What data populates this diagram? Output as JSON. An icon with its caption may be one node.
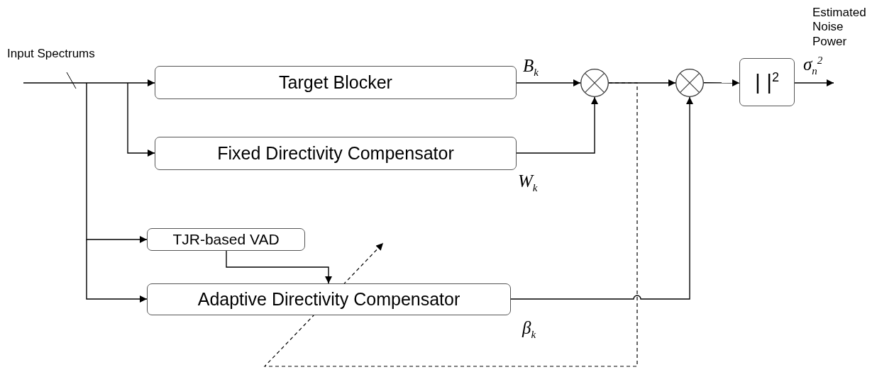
{
  "diagram": {
    "nodes": [
      {
        "text": [
          "Target Blocker"
        ]
      },
      {
        "text": [
          "Fixed Directivity Compensator"
        ]
      },
      {
        "text": [
          "TJR-based VAD"
        ]
      },
      {
        "text": [
          "Adaptive Directivity Compensator"
        ]
      },
      {
        "text": [],
        "shape": "circle"
      },
      {
        "text": [],
        "shape": "circle"
      },
      {
        "text": [
          "|  |$^{2}$"
        ]
      }
    ],
    "edges": [
      {
        "from": null,
        "to": 0,
        "arrow": "to"
      },
      {
        "from": null,
        "to": 1,
        "arrow": "to"
      },
      {
        "from": null,
        "to": 2,
        "arrow": "to"
      },
      {
        "from": null,
        "to": 3,
        "arrow": "to"
      },
      {
        "from": 0,
        "to": 4,
        "arrow": "to",
        "label": "B$_{k}$"
      },
      {
        "from": 1,
        "to": 4,
        "arrow": "to",
        "label": "W$_{k}$"
      },
      {
        "from": 4,
        "to": 5,
        "arrow": "to"
      },
      {
        "from": 2,
        "to": 3,
        "arrow": "to"
      },
      {
        "from": 3,
        "to": 5,
        "arrow": "to",
        "label": "β$_{k}$"
      },
      {
        "from": 5,
        "to": 6,
        "arrow": "to"
      },
      {
        "from": 6,
        "to": null,
        "arrow": "to",
        "label": "σ$_{n}$$^{2}$"
      },
      {
        "from": 4,
        "to": null,
        "arrow": "to",
        "style": "dashed"
      }
    ],
    "labels": [
      "Input Spectrums",
      "Estimated Noise Power"
    ]
  }
}
